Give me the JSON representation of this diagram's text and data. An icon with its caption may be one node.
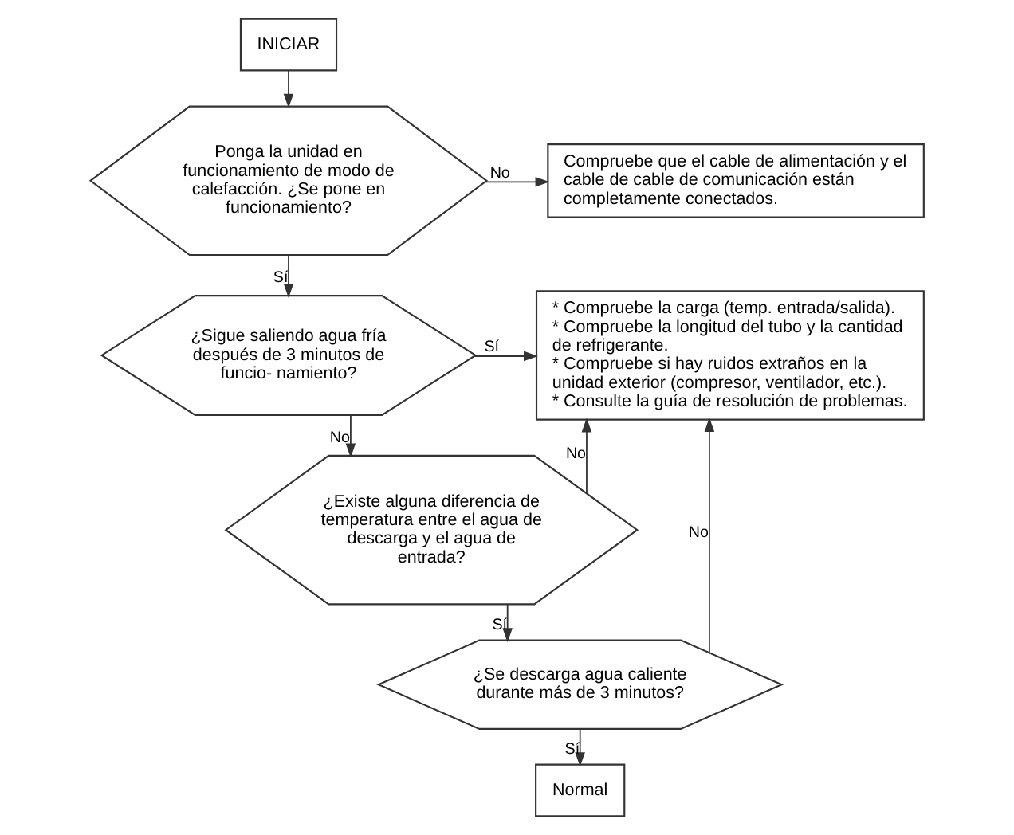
{
  "diagram": {
    "nodes": [
      {
        "text": [
          "INICIAR"
        ]
      },
      {
        "text": [
          "Ponga la unidad en funcionamiento de modo de calefacción. ¿Se pone en funcionamiento?"
        ]
      },
      {
        "text": [
          "Compruebe que el cable de alimentación y el cable de cable de comunicación están completamente conectados."
        ]
      },
      {
        "text": [
          "¿Sigue saliendo agua fría después de 3 minutos de funcio- namiento?"
        ]
      },
      {
        "text": [
          "* Compruebe la carga (temp. entrada/salida).",
          "* Compruebe la longitud del tubo y la cantidad de refrigerante.",
          "* Compruebe si hay ruidos extraños en la unidad exterior (compresor, ventilador, etc.).",
          "* Consulte la guía de resolución de problemas."
        ]
      },
      {
        "text": [
          "¿Existe alguna diferencia de temperatura entre el agua de descarga y el agua de entrada?"
        ]
      },
      {
        "text": [
          "¿Se descarga agua caliente durante más de 3 minutos?"
        ]
      },
      {
        "text": [
          "Normal"
        ]
      }
    ],
    "edges": [
      {
        "from": 0,
        "to": 1,
        "arrow": "to"
      },
      {
        "from": 1,
        "to": 2,
        "arrow": "to",
        "label": "No"
      },
      {
        "from": 1,
        "to": 3,
        "arrow": "to",
        "label": "Sí"
      },
      {
        "from": 3,
        "to": 4,
        "arrow": "to",
        "label": "Sí"
      },
      {
        "from": 3,
        "to": 5,
        "arrow": "to",
        "label": "No"
      },
      {
        "from": 5,
        "to": 4,
        "arrow": "to",
        "label": "No"
      },
      {
        "from": 5,
        "to": 6,
        "arrow": "to",
        "label": "Sí"
      },
      {
        "from": 6,
        "to": 4,
        "arrow": "to",
        "label": "No"
      },
      {
        "from": 6,
        "to": 7,
        "arrow": "to",
        "label": "Sí"
      }
    ]
  }
}
